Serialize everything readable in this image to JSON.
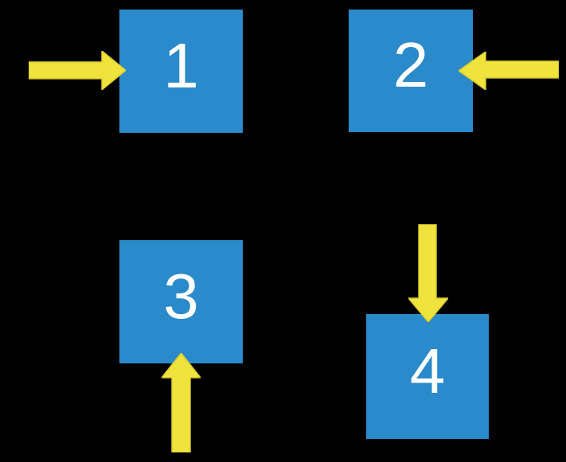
{
  "colors": {
    "background": "#000000",
    "square_fill": "#2A8ACA",
    "arrow_fill": "#F0E43C",
    "arrow_outline": "#D8C930",
    "label_color": "#FFFFFF"
  },
  "squares": [
    {
      "label": "1",
      "position": "top-left",
      "arrow_entry_side": "left"
    },
    {
      "label": "2",
      "position": "top-right",
      "arrow_entry_side": "right"
    },
    {
      "label": "3",
      "position": "bottom-left",
      "arrow_entry_side": "bottom"
    },
    {
      "label": "4",
      "position": "bottom-right",
      "arrow_entry_side": "top"
    }
  ],
  "arrows": [
    {
      "target": "1",
      "direction": "right"
    },
    {
      "target": "2",
      "direction": "left"
    },
    {
      "target": "3",
      "direction": "up"
    },
    {
      "target": "4",
      "direction": "down"
    }
  ]
}
